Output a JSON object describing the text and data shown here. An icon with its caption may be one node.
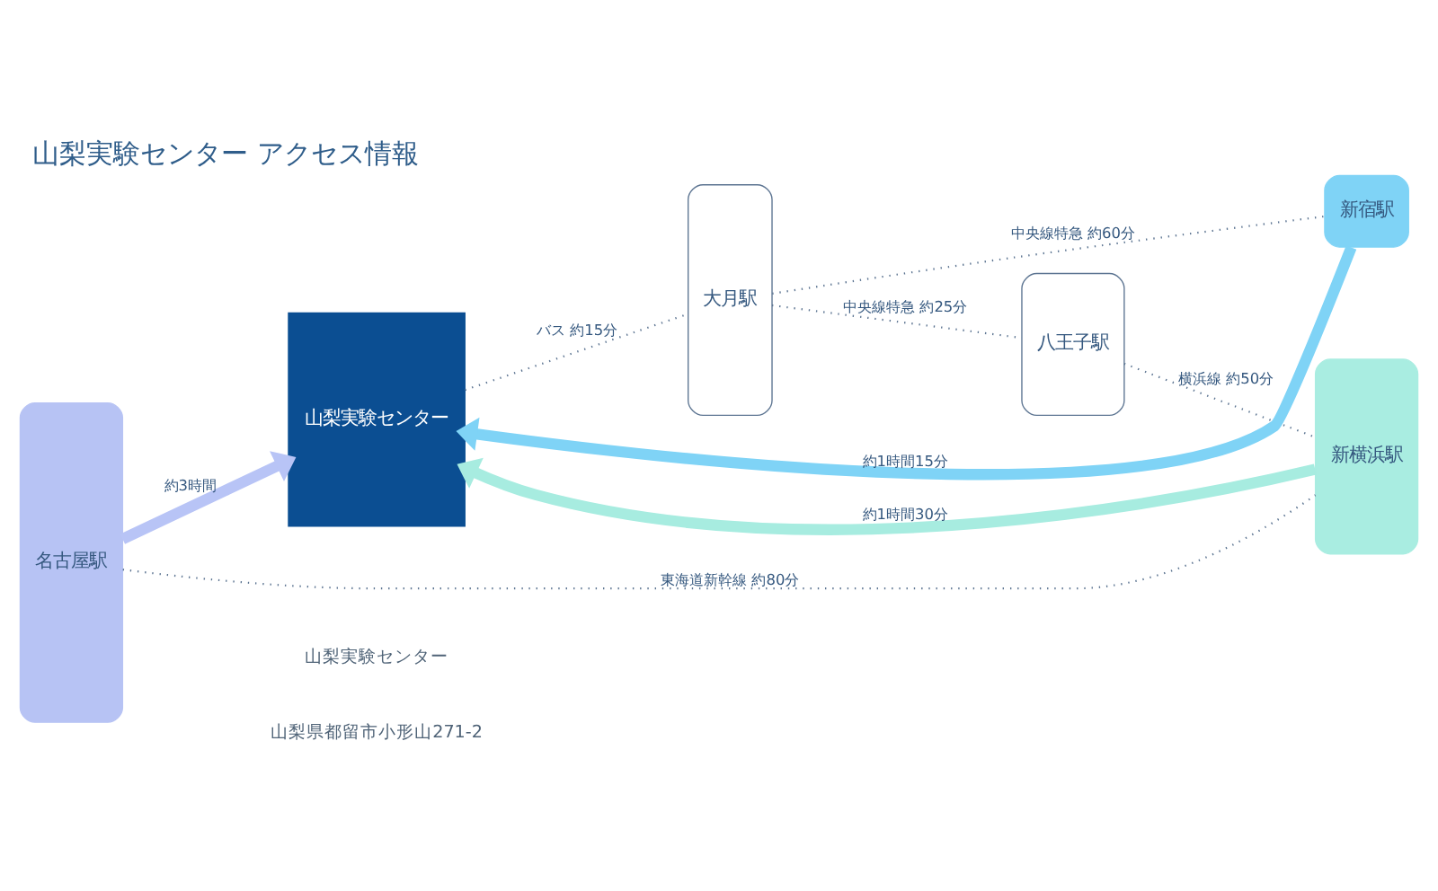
{
  "diagram": {
    "title": "山梨実験センター アクセス情報",
    "nodes": [
      {
        "text": [
          "山梨実験センター"
        ]
      },
      {
        "text": [
          "名古屋駅"
        ]
      },
      {
        "text": [
          "大月駅"
        ]
      },
      {
        "text": [
          "八王子駅"
        ]
      },
      {
        "text": [
          "新宿駅"
        ]
      },
      {
        "text": [
          "新横浜駅"
        ]
      }
    ],
    "edges": [
      {
        "from": 2,
        "to": 4,
        "arrow": "none",
        "label": "中央線特急 約60分",
        "style": "dashed"
      },
      {
        "from": 4,
        "to": 0,
        "arrow": "to",
        "label": "約1時間15分",
        "style": "thick",
        "color": "#7fd3f6"
      },
      {
        "from": 0,
        "to": 2,
        "arrow": "none",
        "label": "バス 約15分",
        "style": "dashed"
      },
      {
        "from": 2,
        "to": 3,
        "arrow": "none",
        "label": "中央線特急 約25分",
        "style": "dashed"
      },
      {
        "from": 3,
        "to": 5,
        "arrow": "none",
        "label": "横浜線 約50分",
        "style": "dashed"
      },
      {
        "from": 5,
        "to": 0,
        "arrow": "to",
        "label": "約1時間30分",
        "style": "thick",
        "color": "#a7ece0"
      },
      {
        "from": 1,
        "to": 0,
        "arrow": "to",
        "label": "約3時間",
        "style": "thick",
        "color": "#b8c4f6"
      },
      {
        "from": 1,
        "to": 5,
        "arrow": "none",
        "label": "東海道新幹線 約80分",
        "style": "dashed"
      }
    ],
    "labels": [
      "山梨実験センター",
      "山梨県都留市小形山271-2"
    ]
  }
}
